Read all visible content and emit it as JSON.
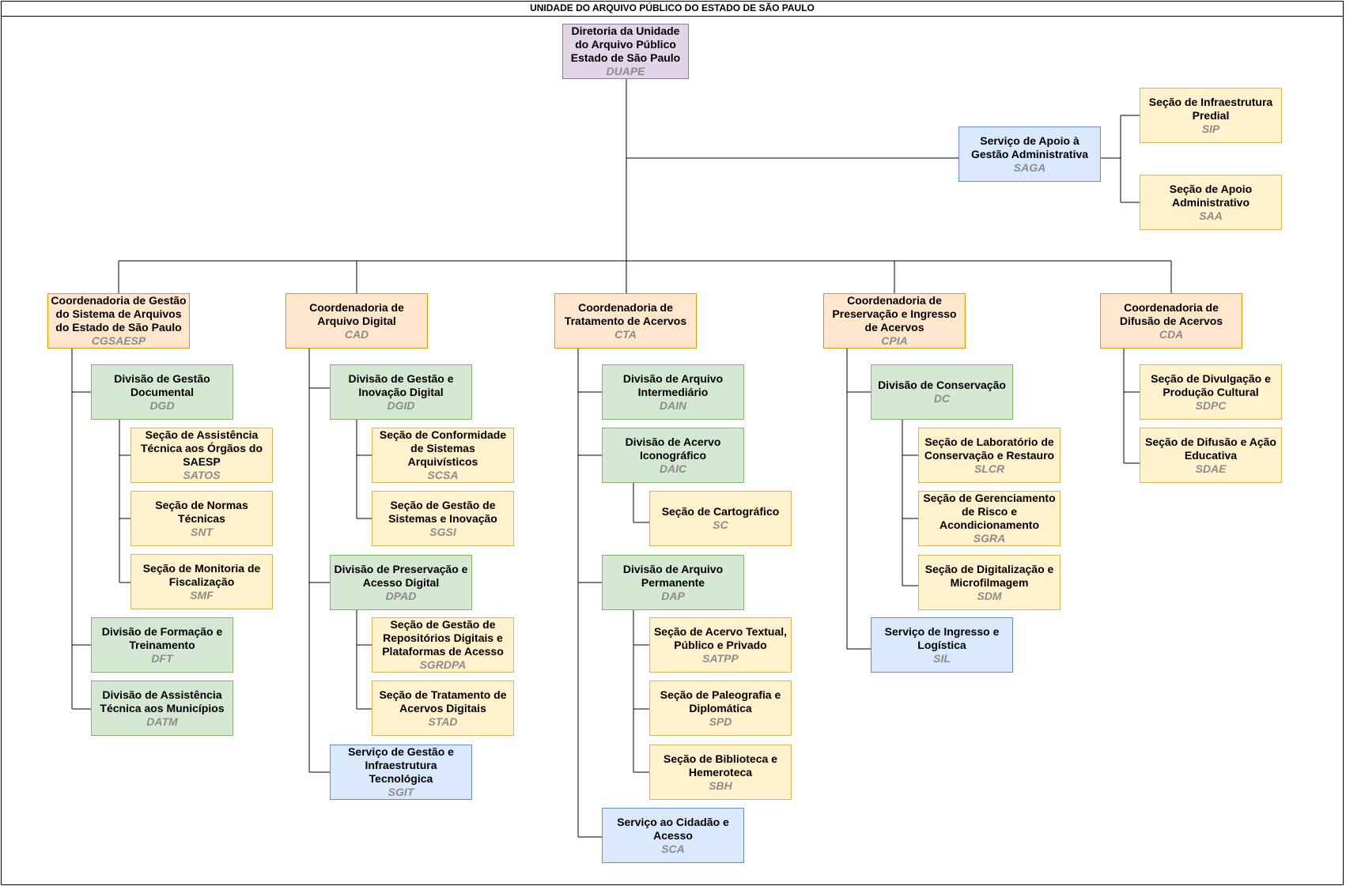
{
  "title": "UNIDADE DO ARQUIVO PÚBLICO DO ESTADO DE SÃO PAULO",
  "colors": {
    "directorate": "#e1d5e7",
    "coordination": "#ffe6cc",
    "division": "#d5e8d4",
    "section": "#fff2cc",
    "service": "#dae8fc",
    "abbreviation": "#8c8c8c",
    "connector": "#000000"
  },
  "units": {
    "duape": {
      "name": "Diretoria da Unidade do Arquivo Público Estado de São Paulo",
      "abbr": "DUAPE"
    },
    "saga": {
      "name": "Serviço de Apoio à Gestão Administrativa",
      "abbr": "SAGA"
    },
    "sip": {
      "name": "Seção de Infraestrutura Predial",
      "abbr": "SIP"
    },
    "saa": {
      "name": "Seção de Apoio Administrativo",
      "abbr": "SAA"
    },
    "cgsaesp": {
      "name": "Coordenadoria de Gestão do Sistema de Arquivos do Estado de São Paulo",
      "abbr": "CGSAESP"
    },
    "dgd": {
      "name": "Divisão de Gestão Documental",
      "abbr": "DGD"
    },
    "satos": {
      "name": "Seção de Assistência Técnica aos Órgãos do SAESP",
      "abbr": "SATOS"
    },
    "snt": {
      "name": "Seção de Normas Técnicas",
      "abbr": "SNT"
    },
    "smf": {
      "name": "Seção de Monitoria de Fiscalização",
      "abbr": "SMF"
    },
    "dft": {
      "name": "Divisão de Formação e Treinamento",
      "abbr": "DFT"
    },
    "datm": {
      "name": "Divisão de Assistência Técnica aos Municípios",
      "abbr": "DATM"
    },
    "cad": {
      "name": "Coordenadoria de Arquivo Digital",
      "abbr": "CAD"
    },
    "dgid": {
      "name": "Divisão de Gestão e Inovação Digital",
      "abbr": "DGID"
    },
    "scsa": {
      "name": "Seção de Conformidade de Sistemas Arquivísticos",
      "abbr": "SCSA"
    },
    "sgsi": {
      "name": "Seção de Gestão de Sistemas e Inovação",
      "abbr": "SGSI"
    },
    "dpad": {
      "name": "Divisão de Preservação e Acesso Digital",
      "abbr": "DPAD"
    },
    "sgrdpa": {
      "name": "Seção de Gestão de Repositórios Digitais e Plataformas de Acesso",
      "abbr": "SGRDPA"
    },
    "stad": {
      "name": "Seção de Tratamento de Acervos Digitais",
      "abbr": "STAD"
    },
    "sgit": {
      "name": "Serviço de Gestão e Infraestrutura Tecnológica",
      "abbr": "SGIT"
    },
    "cta": {
      "name": "Coordenadoria de Tratamento de Acervos",
      "abbr": "CTA"
    },
    "dain": {
      "name": "Divisão de Arquivo Intermediário",
      "abbr": "DAIN"
    },
    "daic": {
      "name": "Divisão de Acervo Iconográfico",
      "abbr": "DAIC"
    },
    "sc": {
      "name": "Seção de Cartográfico",
      "abbr": "SC"
    },
    "dap": {
      "name": "Divisão de Arquivo Permanente",
      "abbr": "DAP"
    },
    "satpp": {
      "name": "Seção de Acervo Textual, Público e Privado",
      "abbr": "SATPP"
    },
    "spd": {
      "name": "Seção de Paleografia e Diplomática",
      "abbr": "SPD"
    },
    "sbh": {
      "name": "Seção de Biblioteca e Hemeroteca",
      "abbr": "SBH"
    },
    "sca": {
      "name": "Serviço ao Cidadão e Acesso",
      "abbr": "SCA"
    },
    "cpia": {
      "name": "Coordenadoria de Preservação e Ingresso de Acervos",
      "abbr": "CPIA"
    },
    "dc": {
      "name": "Divisão de Conservação",
      "abbr": "DC"
    },
    "slcr": {
      "name": "Seção de Laboratório de Conservação e Restauro",
      "abbr": "SLCR"
    },
    "sgra": {
      "name": "Seção de Gerenciamento de Risco e Acondicionamento",
      "abbr": "SGRA"
    },
    "sdm": {
      "name": "Seção de Digitalização e Microfilmagem",
      "abbr": "SDM"
    },
    "sil": {
      "name": "Serviço de Ingresso e Logística",
      "abbr": "SIL"
    },
    "cda": {
      "name": "Coordenadoria de Difusão de Acervos",
      "abbr": "CDA"
    },
    "sdpc": {
      "name": "Seção de Divulgação e Produção Cultural",
      "abbr": "SDPC"
    },
    "sdae": {
      "name": "Seção de Difusão e Ação Educativa",
      "abbr": "SDAE"
    }
  }
}
